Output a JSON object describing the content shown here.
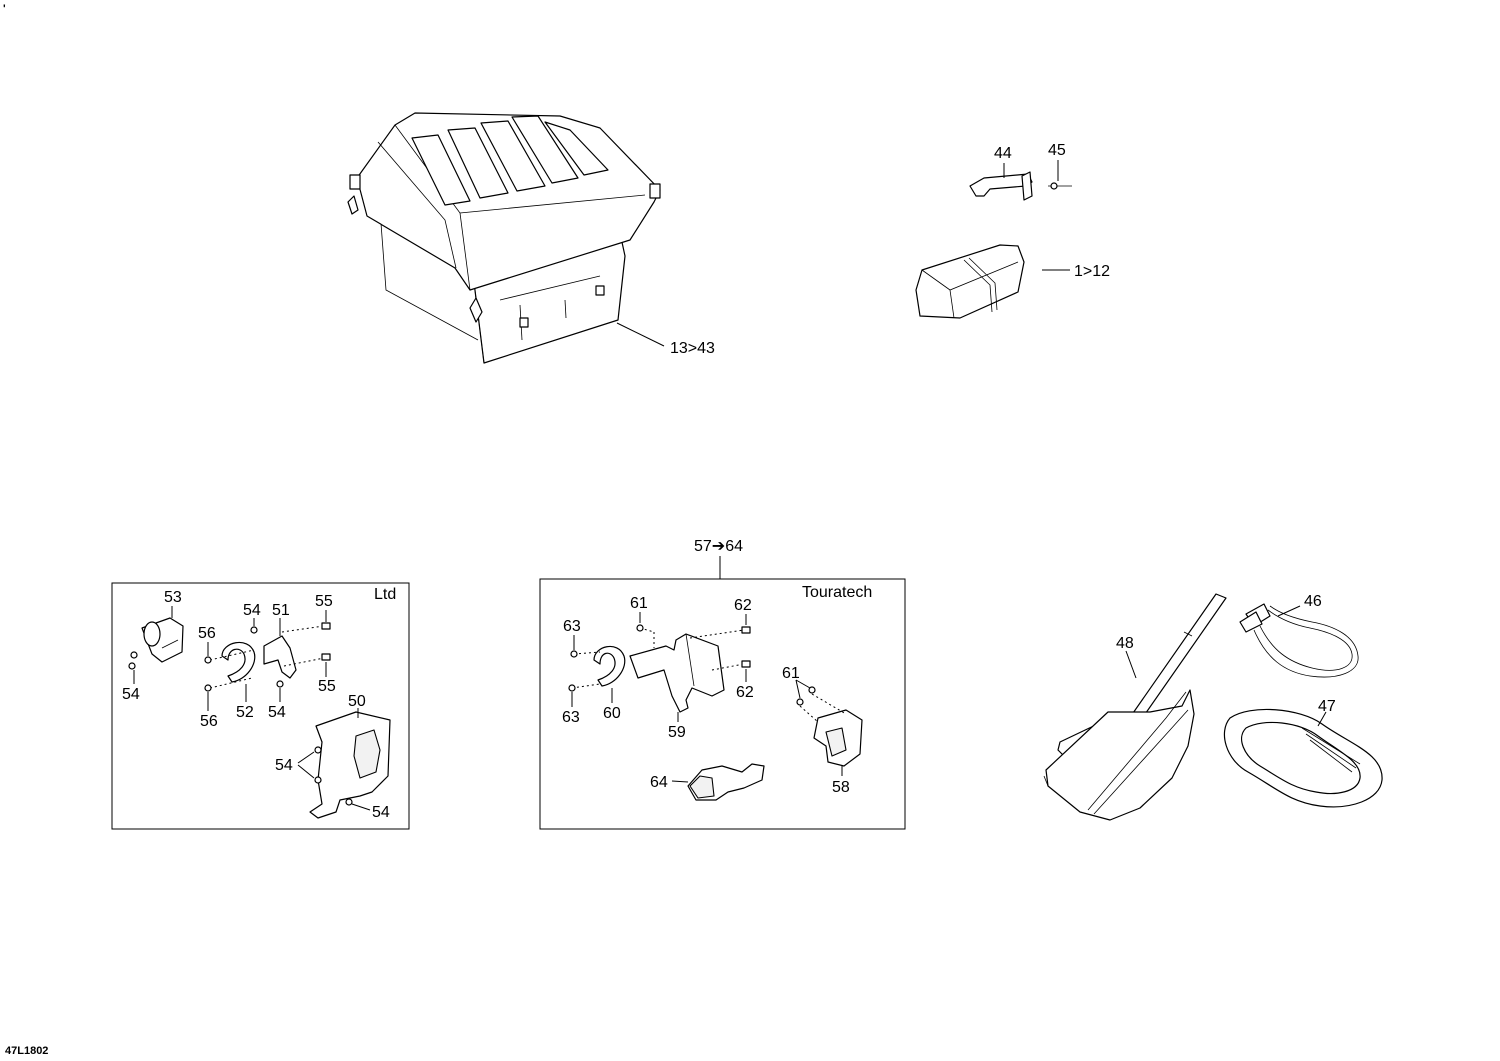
{
  "figure_code": "47L1802",
  "corner_mark": "'",
  "groups": {
    "ltd": "Ltd",
    "touratech": "Touratech",
    "touratech_range": "57➔64"
  },
  "callouts": {
    "c44": "44",
    "c45": "45",
    "c1_12": "1>12",
    "c13_43": "13>43",
    "c53": "53",
    "c54a": "54",
    "c51": "51",
    "c55a": "55",
    "c56a": "56",
    "c54b": "54",
    "c55b": "55",
    "c56b": "56",
    "c52": "52",
    "c54c": "54",
    "c50": "50",
    "c54d": "54",
    "c54e": "54",
    "c61a": "61",
    "c62a": "62",
    "c63a": "63",
    "c62b": "62",
    "c63b": "63",
    "c60": "60",
    "c59": "59",
    "c61b": "61",
    "c58": "58",
    "c64": "64",
    "c46": "46",
    "c48": "48",
    "c47": "47"
  }
}
